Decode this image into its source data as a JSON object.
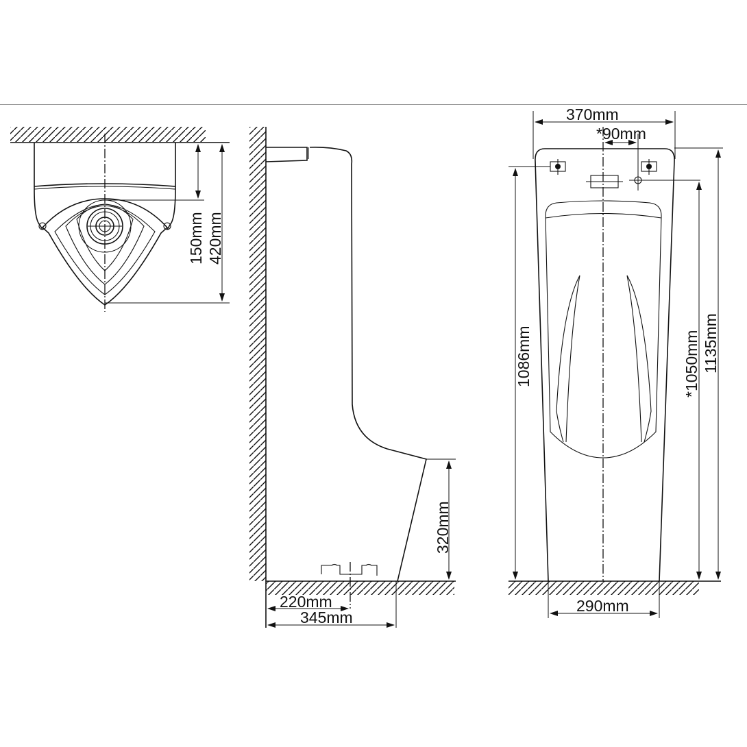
{
  "views": {
    "top_view": {
      "dimensions": {
        "flush_depth": "150mm",
        "total_depth": "420mm"
      }
    },
    "side_view": {
      "dimensions": {
        "outlet_height": "320mm",
        "drain_from_wall": "220mm",
        "base_depth": "345mm"
      }
    },
    "front_view": {
      "dimensions": {
        "top_width": "370mm",
        "inlet_offset": "*90mm",
        "bracket_height": "1086mm",
        "inlet_height": "*1050mm",
        "total_height": "1135mm",
        "base_width": "290mm"
      }
    }
  },
  "colors": {
    "line": "#111111",
    "background": "#ffffff",
    "rule": "#9a9a9a"
  }
}
